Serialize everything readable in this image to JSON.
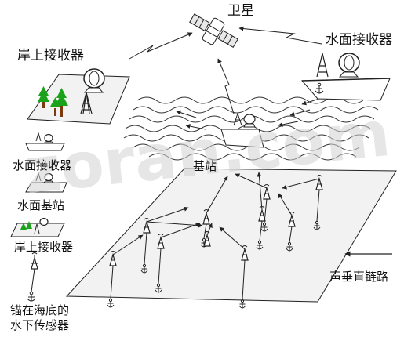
{
  "labels": {
    "satellite": "卫星",
    "shore_receiver_top": "岸上接收器",
    "surface_receiver_top": "水面接收器",
    "base_station": "基站",
    "legend_surface_receiver": "水面接收器",
    "legend_surface_base": "水面基站",
    "legend_shore_receiver": "岸上接收器",
    "legend_sensor_line1": "锚在海底的",
    "legend_sensor_line2": "水下传感器",
    "vertical_link": "声垂直链路"
  },
  "watermark": {
    "text": "zoran.com",
    "color": "#c8c8c8"
  },
  "colors": {
    "line": "#222222",
    "tree": "#1aa31a",
    "trunk": "#7a3b10",
    "plane": "#f2f2f2"
  },
  "icons": [
    "satellite-icon",
    "dish-icon",
    "tower-icon",
    "tree-icon",
    "boat-icon",
    "anchor-icon",
    "sensor-node-icon",
    "wave-icon"
  ]
}
